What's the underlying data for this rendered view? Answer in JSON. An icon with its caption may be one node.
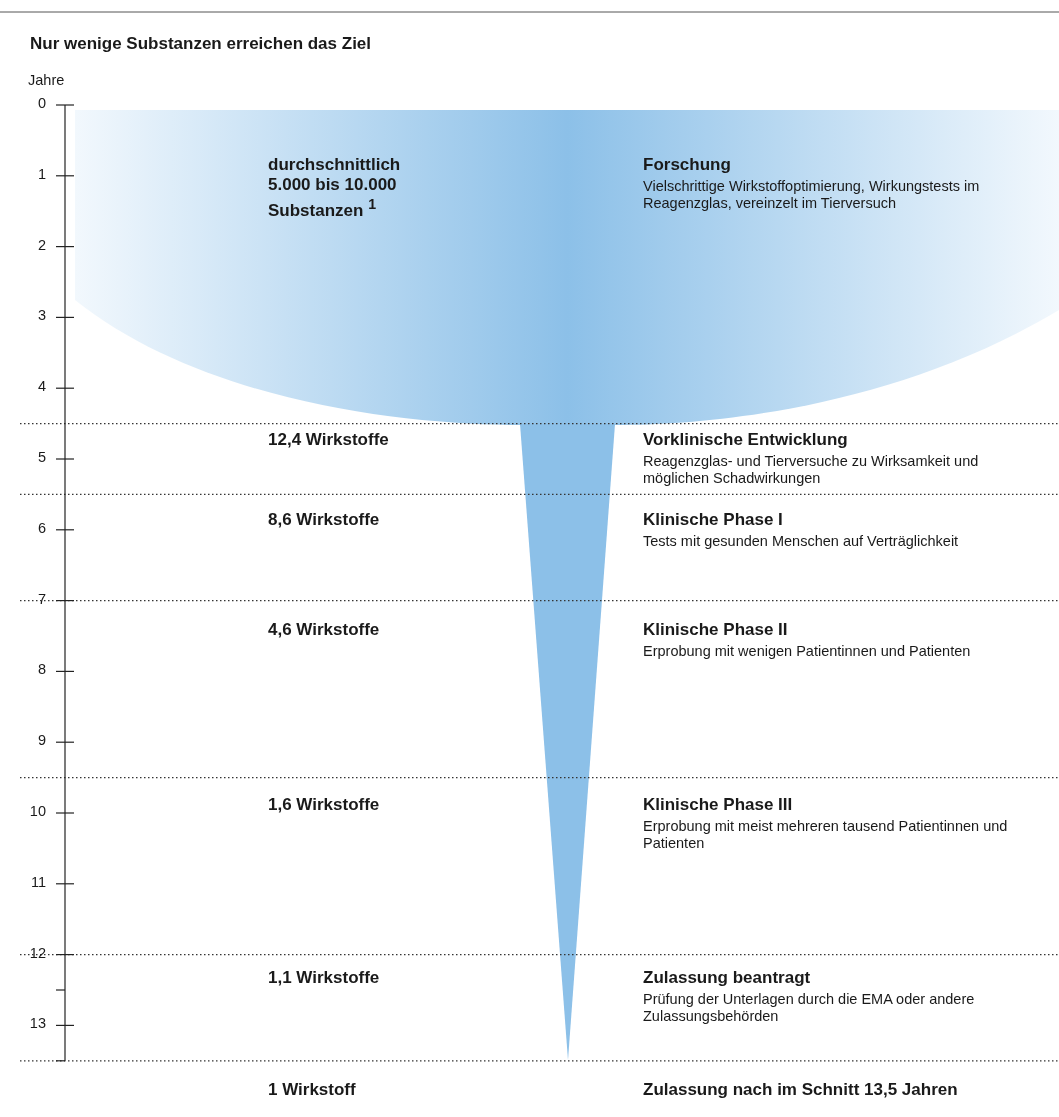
{
  "diagram": {
    "title": "Nur wenige Substanzen erreichen das Ziel",
    "labels": [
      "Jahre",
      "0",
      "1",
      "2",
      "3",
      "4",
      "5",
      "6",
      "7",
      "8",
      "9",
      "10",
      "11",
      "12",
      "13",
      "durchschnittlich 5.000 bis 10.000 Substanzen $^{1}$",
      "Forschung",
      "Vielschrittige Wirkstoffoptimierung, Wirkungstests im Reagenzglas, vereinzelt im Tierversuch",
      "12,4 Wirkstoffe",
      "Vorklinische Entwicklung",
      "Reagenzglas- und Tierversuche zu Wirksamkeit und möglichen Schadwirkungen",
      "8,6 Wirkstoffe",
      "Klinische Phase I",
      "Tests mit gesunden Menschen auf Verträglichkeit",
      "4,6 Wirkstoffe",
      "Klinische Phase II",
      "Erprobung mit wenigen Patientinnen und Patienten",
      "1,6 Wirkstoffe",
      "Klinische Phase III",
      "Erprobung mit meist mehreren tausend Patientinnen und Patienten",
      "1,1 Wirkstoffe",
      "Zulassung beantragt",
      "Prüfung der Unterlagen durch die EMA oder andere Zulassungsbehörden",
      "1 Wirkstoff",
      "Zulassung nach im Schnitt 13,5 Jahren"
    ]
  }
}
